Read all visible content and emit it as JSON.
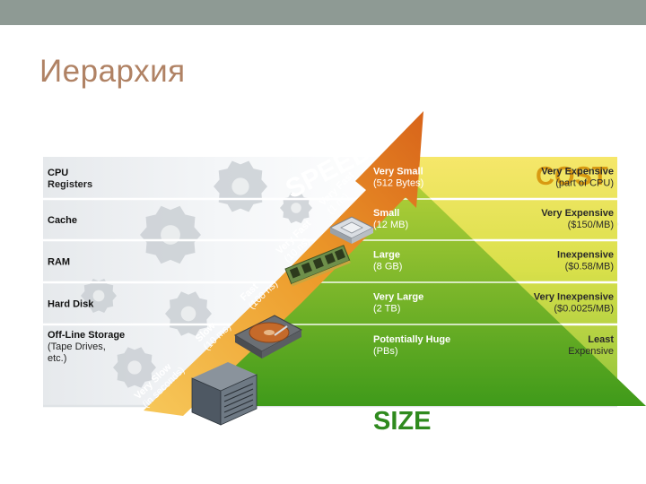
{
  "slide": {
    "title": "Иерархия"
  },
  "diagram": {
    "speed_header": "SPEED",
    "cost_header": "COST",
    "size_header": "SIZE",
    "levels": [
      {
        "name_lines": [
          "CPU",
          "Registers"
        ],
        "speed_lines": [
          "Very Fast",
          "(1 ns)"
        ],
        "size_lines": [
          "Very Small",
          "(512 Bytes)"
        ],
        "cost_lines": [
          "Very Expensive",
          "(part of CPU)"
        ]
      },
      {
        "name_lines": [
          "Cache"
        ],
        "speed_lines": [
          "Very Fast",
          "(10 ns)"
        ],
        "size_lines": [
          "Small",
          "(12 MB)"
        ],
        "cost_lines": [
          "Very Expensive",
          "($150/MB)"
        ]
      },
      {
        "name_lines": [
          "RAM"
        ],
        "speed_lines": [
          "Fast",
          "(100 ns)"
        ],
        "size_lines": [
          "Large",
          "(8 GB)"
        ],
        "cost_lines": [
          "Inexpensive",
          "($0.58/MB)"
        ]
      },
      {
        "name_lines": [
          "Hard Disk"
        ],
        "speed_lines": [
          "Slow",
          "(10 ms)"
        ],
        "size_lines": [
          "Very Large",
          "(2 TB)"
        ],
        "cost_lines": [
          "Very Inexpensive",
          "($0.0025/MB)"
        ]
      },
      {
        "name_lines": [
          "Off-Line Storage",
          "(Tape Drives,",
          "etc.)"
        ],
        "speed_lines": [
          "Very Slow",
          "(in seconds)"
        ],
        "size_lines": [
          "Potentially Huge",
          "(PBs)"
        ],
        "cost_lines": [
          "Least",
          "Expensive"
        ]
      }
    ]
  },
  "colors": {
    "speed_arrow": "#e0781c",
    "cost_header": "#d89a12",
    "size_header": "#2f8a1e",
    "pyramid_top": "#b7d23a",
    "pyramid_bottom": "#3f9a1a"
  },
  "icons": [
    "cpu-chip-icon",
    "ram-module-icon",
    "hard-disk-icon",
    "server-icon",
    "gear-icon"
  ]
}
